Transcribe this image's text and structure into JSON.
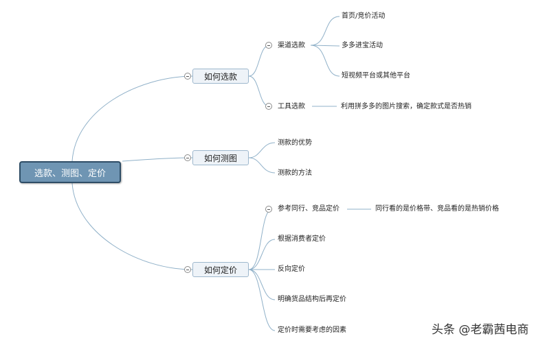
{
  "root": {
    "label": "选款、测图、定价"
  },
  "branches": [
    {
      "label": "如何选款",
      "children": [
        {
          "label": "渠道选款",
          "children": [
            "首页/竞价活动",
            "多多进宝活动",
            "短视频平台或其他平台"
          ]
        },
        {
          "label": "工具选款",
          "children": [
            "利用拼多多的图片搜索，确定款式是否热销"
          ]
        }
      ]
    },
    {
      "label": "如何测图",
      "children": [
        {
          "label": "测款的优势"
        },
        {
          "label": "测款的方法"
        }
      ]
    },
    {
      "label": "如何定价",
      "children": [
        {
          "label": "参考同行、竞品定价",
          "children": [
            "同行看的是价格带、竞品看的是热销价格"
          ]
        },
        {
          "label": "根据消费者定价"
        },
        {
          "label": "反向定价"
        },
        {
          "label": "明确货品结构后再定价"
        },
        {
          "label": "定价时需要考虑的因素"
        }
      ]
    }
  ],
  "watermark": "头条 @老霸茜电商",
  "colors": {
    "connector": "#8fb0c8",
    "root_fill": "#6f95b3",
    "root_border": "#2e4d66",
    "node_fill": "#eef3f8"
  }
}
